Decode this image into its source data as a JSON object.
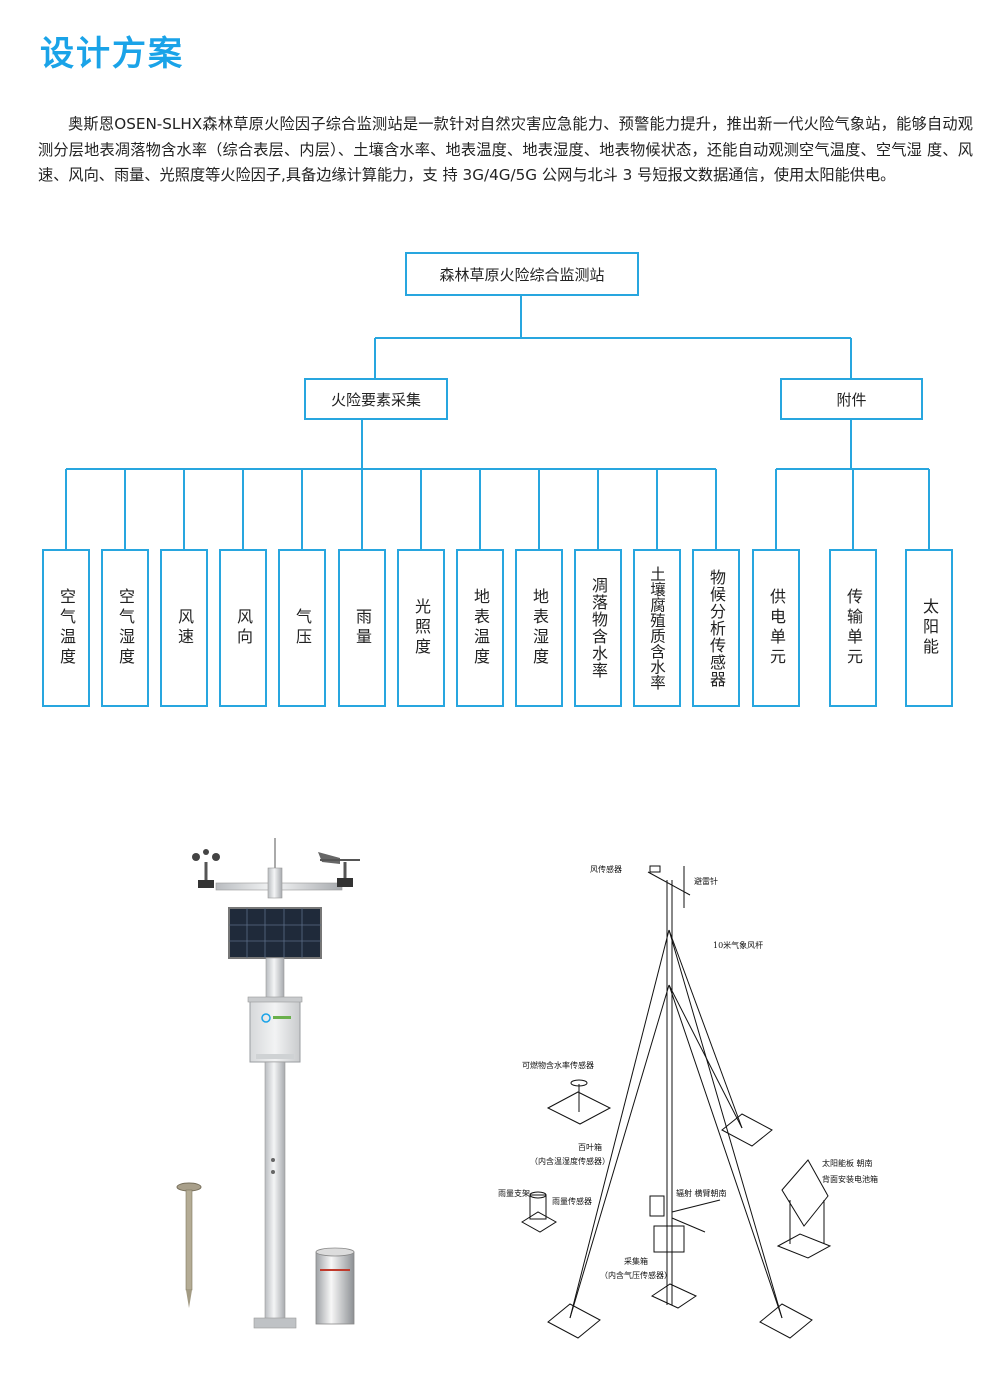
{
  "title": "设计方案",
  "intro": "奥斯恩OSEN-SLHX森林草原火险因子综合监测站是一款针对自然灾害应急能力、预警能力提升，推出新一代火险气象站，能够自动观测分层地表凋落物含水率（综合表层、内层）、土壤含水率、地表温度、地表湿度、地表物候状态，还能自动观测空气温度、空气湿 度、风速、风向、雨量、光照度等火险因子,具备边缘计算能力，支 持 3G/4G/5G 公网与北斗 3 号短报文数据通信，使用太阳能供电。",
  "org": {
    "root": "森林草原火险综合监测站",
    "group1": "火险要素采集",
    "group2": "附件",
    "leaves1": [
      "空气温度",
      "空气湿度",
      "风速",
      "风向",
      "气压",
      "雨量",
      "光照度",
      "地表温度",
      "地表湿度",
      "凋落物含水率",
      "土壤腐殖质含水率",
      "物候分析传感器"
    ],
    "leaves2": [
      "供电单元",
      "传输单元",
      "太阳能"
    ]
  },
  "drawing": {
    "wind_sensor": "风传感器",
    "lightning_rod": "避雷针",
    "mast": "10米气象风杆",
    "fuel_sensor": "可燃物含水率传感器",
    "shield": "百叶箱",
    "shield_note": "（内含温湿度传感器）",
    "rain_stand": "雨量支架",
    "rain_sensor": "雨量传感器",
    "radiation": "辐射  横臂朝南",
    "solar_panel": "太阳能板  朝南",
    "battery_note": "背面安装电池箱",
    "logger": "采集箱",
    "logger_note": "（内含气压传感器）"
  },
  "colors": {
    "accent": "#1aa3e8",
    "line": "#28a6df"
  }
}
